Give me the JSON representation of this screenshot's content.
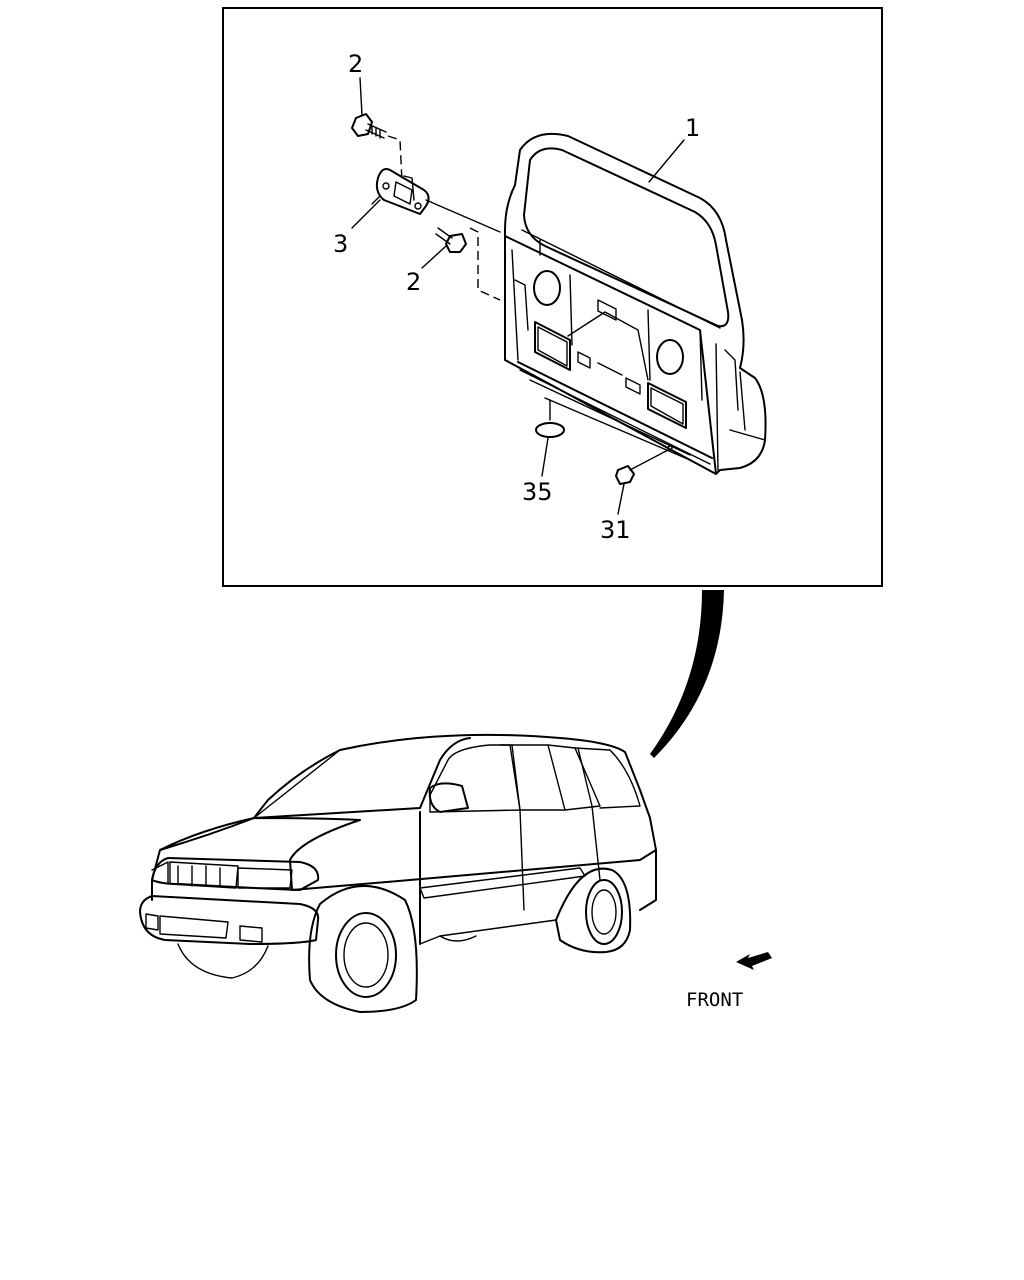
{
  "callouts": {
    "part_1": "1",
    "part_2_upper": "2",
    "part_2_lower": "2",
    "part_3": "3",
    "part_31": "31",
    "part_35": "35"
  },
  "orientation": {
    "front_label": "FRONT"
  },
  "colors": {
    "line": "#000000",
    "background": "#ffffff"
  }
}
